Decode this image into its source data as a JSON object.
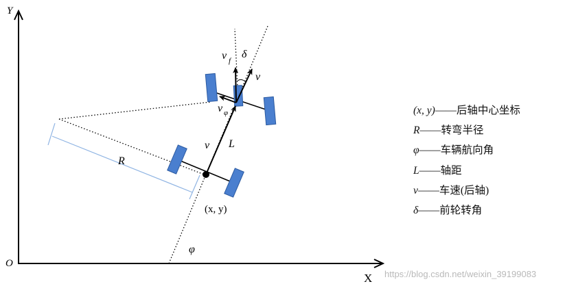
{
  "axes": {
    "y_label": "Y",
    "x_label": "X",
    "origin_label": "O"
  },
  "labels": {
    "v_front_main": "v",
    "v_front_sub": "f",
    "delta": "δ",
    "v_rear_tip": "v",
    "v_phi_main": "v",
    "v_phi_sub": "φ",
    "v_rear": "v",
    "wheelbase": "L",
    "radius": "R",
    "point": "(x, y)",
    "heading": "φ"
  },
  "legend": [
    {
      "symbol": "(x, y)",
      "text": "——后轴中心坐标"
    },
    {
      "symbol": "R",
      "text": "——转弯半径"
    },
    {
      "symbol": "φ",
      "text": "——车辆航向角"
    },
    {
      "symbol": "L",
      "text": "——轴距"
    },
    {
      "symbol": "v",
      "text": "——车速(后轴)"
    },
    {
      "symbol": "δ",
      "text": "——前轮转角"
    }
  ],
  "watermark": "https://blog.csdn.net/weixin_39199083",
  "colors": {
    "wheel_fill": "#4a7fcf",
    "wheel_stroke": "#2c5aa0",
    "radius_bracket": "#8fb4e3",
    "line": "#000000"
  }
}
